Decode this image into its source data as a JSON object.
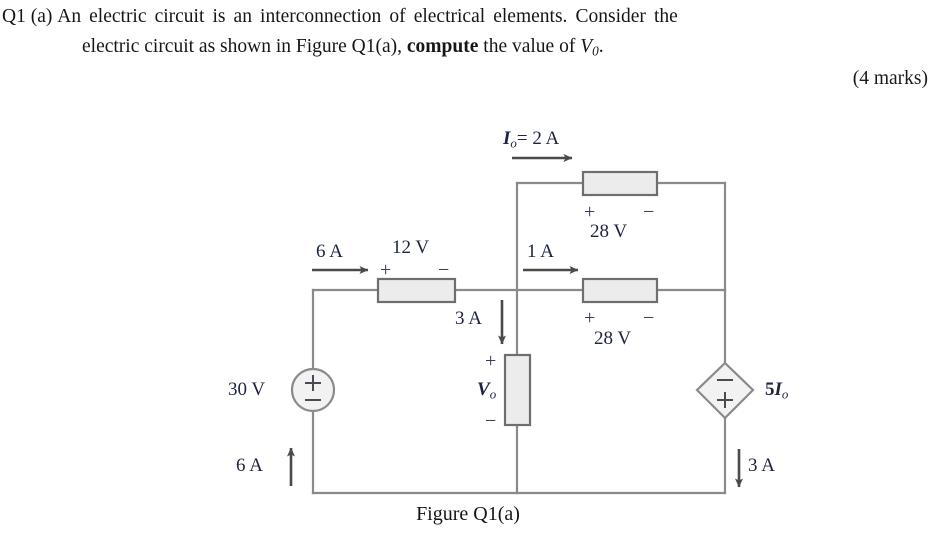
{
  "question": {
    "number": "Q1 (a)",
    "line1_prefix": "Q1 (a)",
    "line1_text": "An electric circuit is an interconnection of electrical elements. Consider the",
    "line2_part1": "electric circuit as shown in Figure Q1(a),",
    "line2_bold": "compute",
    "line2_part2": "the value of",
    "line2_symbol": "V",
    "line2_symbol_sub": "0",
    "line2_end": ".",
    "marks": "(4 marks)"
  },
  "figure": {
    "caption": "Figure Q1(a)"
  },
  "circuit": {
    "source_30v": {
      "label": "30 V",
      "plus": "+",
      "minus": "−"
    },
    "dependent_source": {
      "label_coefficient": "5",
      "label_symbol": "I",
      "label_sub": "o",
      "top_sign": "−",
      "bottom_sign": "+"
    },
    "resistor_12v": {
      "value": "12 V",
      "plus": "+",
      "minus": "−"
    },
    "resistor_top_28v": {
      "value": "28 V",
      "plus": "+",
      "minus": "−"
    },
    "resistor_mid_28v": {
      "value": "28 V",
      "plus": "+",
      "minus": "−"
    },
    "resistor_vo": {
      "symbol": "V",
      "symbol_sub": "o",
      "plus": "+",
      "minus": "−"
    },
    "currents": {
      "io_label_symbol": "I",
      "io_label_sub": "o",
      "io_label_value": "= 2 A",
      "branch_6a_top": "6 A",
      "branch_1a": "1 A",
      "branch_3a_mid": "3 A",
      "branch_6a_bottom": "6 A",
      "branch_3a_right": "3 A"
    }
  },
  "colors": {
    "wire": "#8a8a8a",
    "resistor_fill": "#ececec",
    "resistor_stroke": "#6e6e6e",
    "arrow": "#4a4a4a",
    "text_navy": "#1c2340",
    "text_black": "#161616"
  }
}
